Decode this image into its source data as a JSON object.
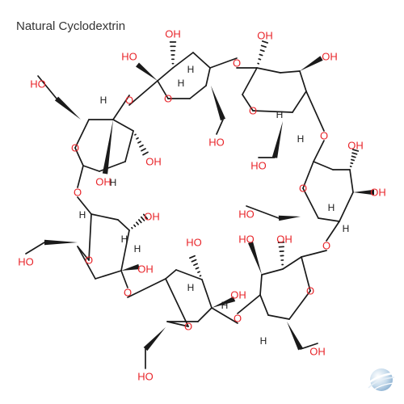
{
  "title": "Natural Cyclodextrin",
  "atom_labels": {
    "oxygen": "O",
    "hydroxyl_left": "HO",
    "hydroxyl_right": "OH",
    "hydrogen": "H"
  },
  "colors": {
    "oxygen": "#e8252a",
    "bond": "#1a1a1a",
    "title": "#333333",
    "logo": "#9dbfd9"
  },
  "logo": {
    "icon": "sphere-logo-icon"
  }
}
